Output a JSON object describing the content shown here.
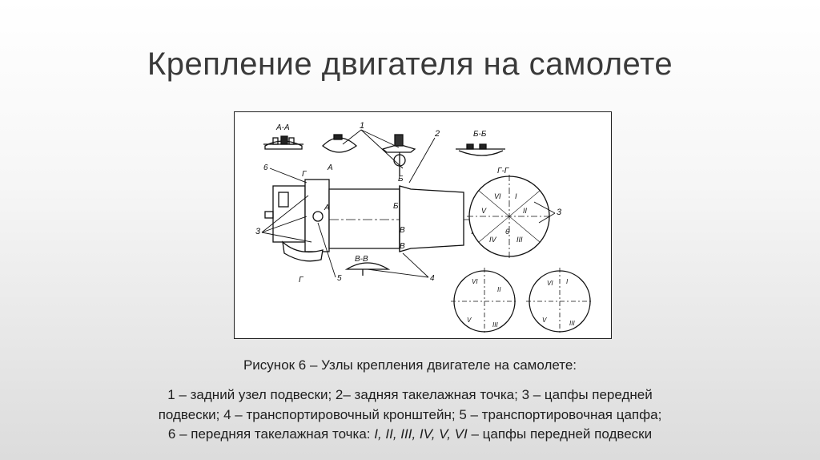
{
  "slide": {
    "title": "Крепление двигателя на самолете"
  },
  "figure": {
    "section_labels": {
      "aa": "А-А",
      "bb": "Б-Б",
      "vv": "В-В",
      "gg": "Г-Г"
    },
    "cut_labels": {
      "g_top": "Г",
      "a_top": "А",
      "a_mid": "А",
      "b_top": "Б",
      "b_mid": "Б",
      "v_mid": "В",
      "v_low": "В",
      "g_low": "Г"
    },
    "callouts": {
      "n1": "1",
      "n2": "2",
      "n3_left": "3",
      "n3_right": "3",
      "n4": "4",
      "n5": "5",
      "n6": "6",
      "n6_gg": "6"
    },
    "roman": {
      "I": "I",
      "II": "II",
      "III": "III",
      "IV": "IV",
      "V": "V",
      "VI": "VI"
    },
    "caption": "Рисунок 6 – Узлы крепления двигателе на самолете:"
  },
  "legend": {
    "line1": "1 – задний узел подвески; 2– задняя такелажная точка; 3 – цапфы передней",
    "line2": "подвески; 4 – транспортировочный кронштейн; 5 – транспортировочная цапфа;",
    "line3_prefix": "6 – передняя такелажная точка: ",
    "line3_italic": "I, II, III, IV, V, VI",
    "line3_suffix": " – цапфы передней подвески"
  }
}
